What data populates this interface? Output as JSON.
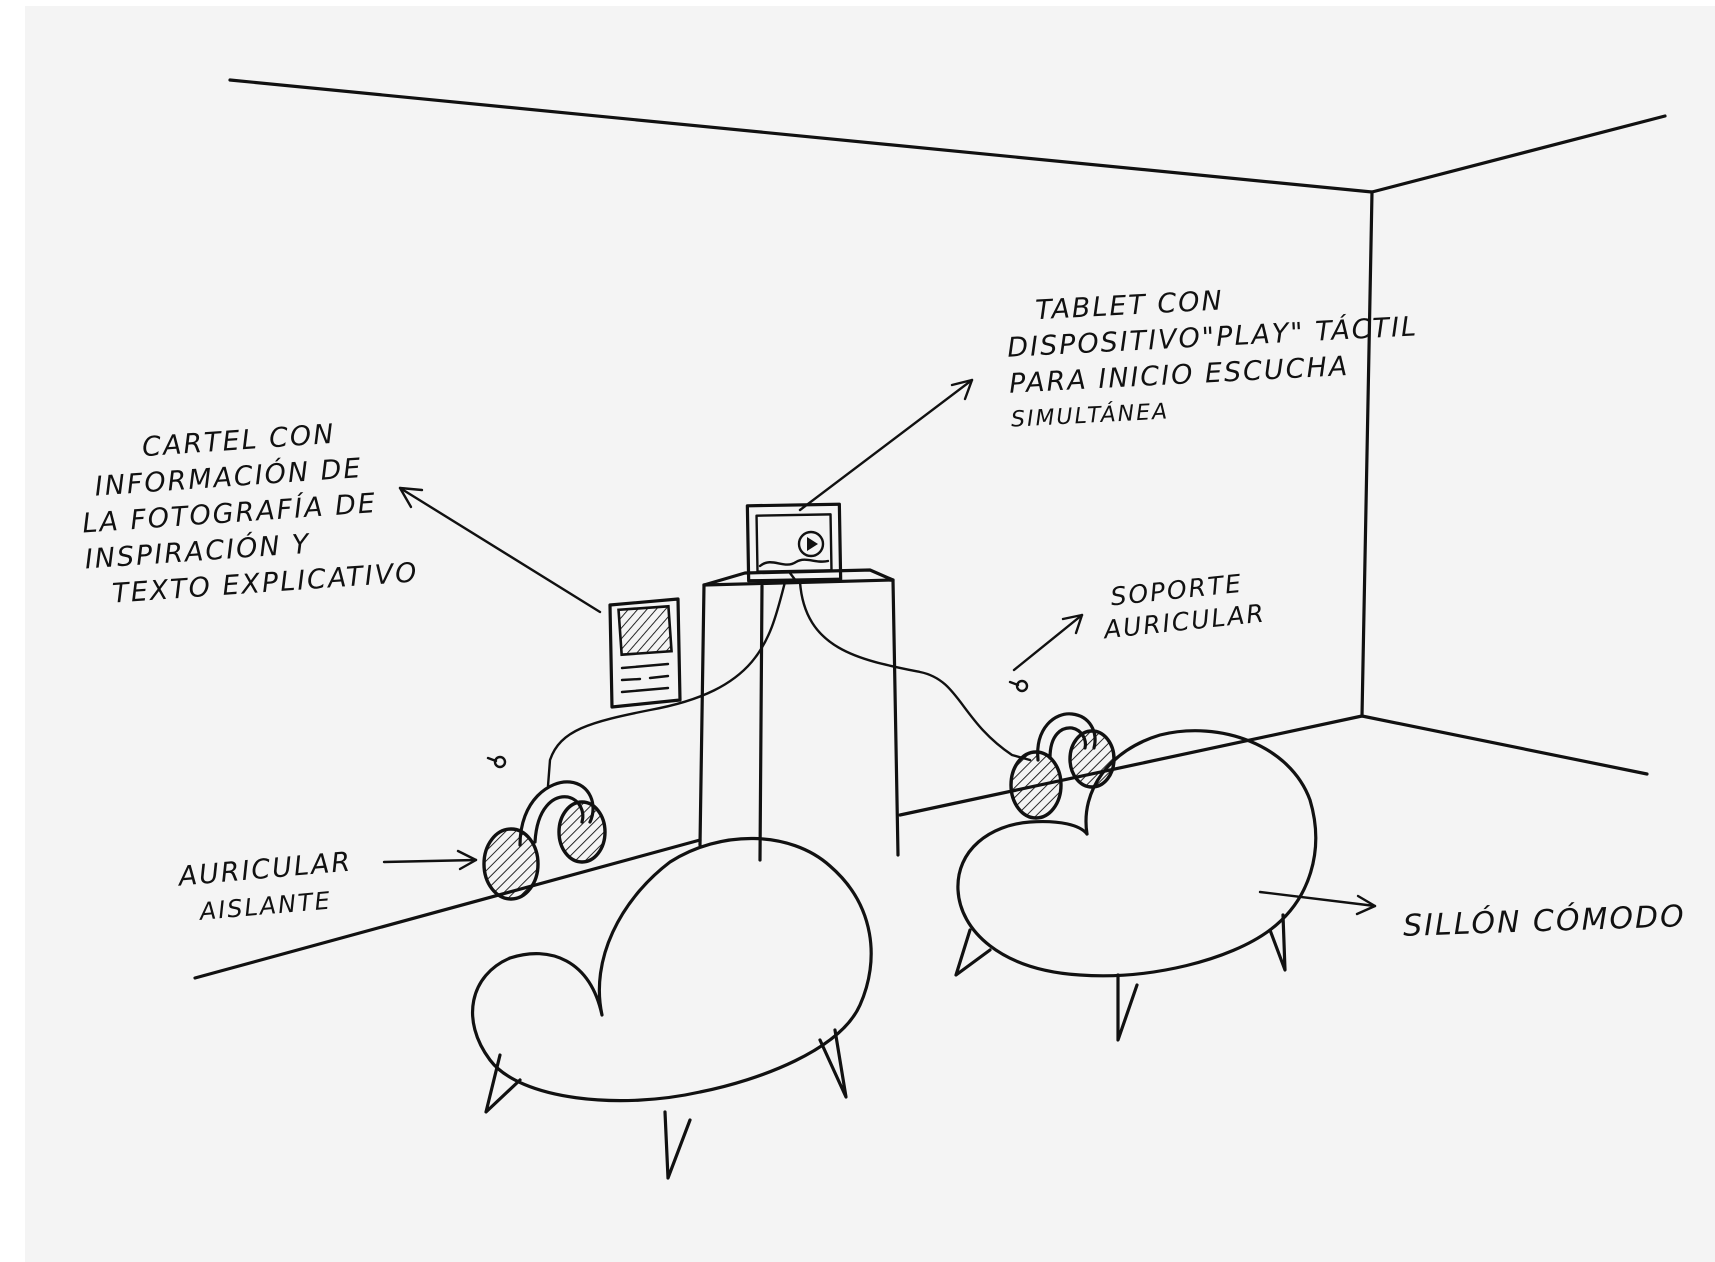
{
  "labels": {
    "tablet": [
      "TABLET CON",
      "DISPOSITIVO\"PLAY\" TÁCTIL",
      "PARA INICIO ESCUCHA",
      "SIMULTÁNEA"
    ],
    "cartel": [
      "CARTEL CON",
      "INFORMACIÓN DE",
      "LA FOTOGRAFÍA DE",
      "INSPIRACIÓN Y",
      "TEXTO EXPLICATIVO"
    ],
    "soporte": [
      "SOPORTE",
      "AURICULAR"
    ],
    "auricular": [
      "AURICULAR",
      "AISLANTE"
    ],
    "sillon": [
      "SILLÓN CÓMODO"
    ]
  },
  "colors": {
    "ink": "#111111",
    "paper": "#f4f4f4",
    "background": "#ffffff"
  }
}
